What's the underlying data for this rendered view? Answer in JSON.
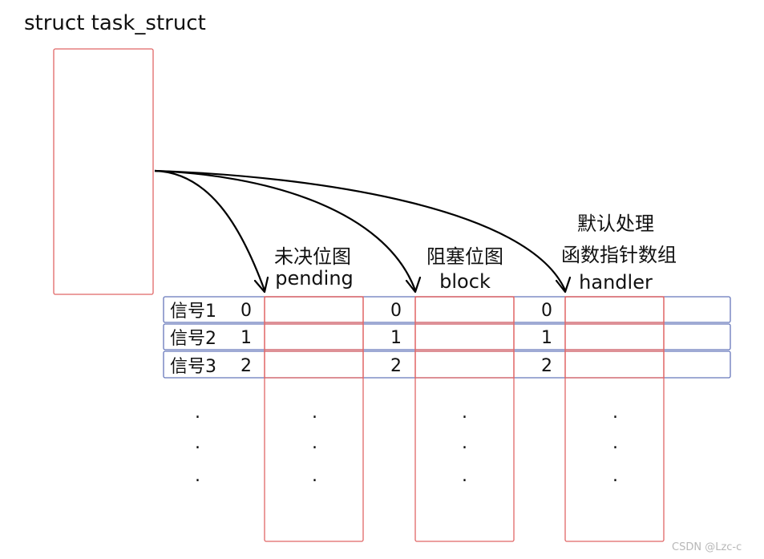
{
  "title": "struct task_struct",
  "columns": [
    {
      "lines": [
        "未决位图",
        "pending"
      ]
    },
    {
      "lines": [
        "阻塞位图",
        "block"
      ]
    },
    {
      "lines": [
        "默认处理",
        "函数指针数组",
        "handler"
      ]
    }
  ],
  "rows": [
    {
      "label": "信号1",
      "index": "0"
    },
    {
      "label": "信号2",
      "index": "1"
    },
    {
      "label": "信号3",
      "index": "2"
    }
  ],
  "ellipsis": ".",
  "watermark": "CSDN @Lzc-c",
  "colors": {
    "box_border": "#e06666",
    "row_border": "#6677bb",
    "arrow": "#000000"
  }
}
